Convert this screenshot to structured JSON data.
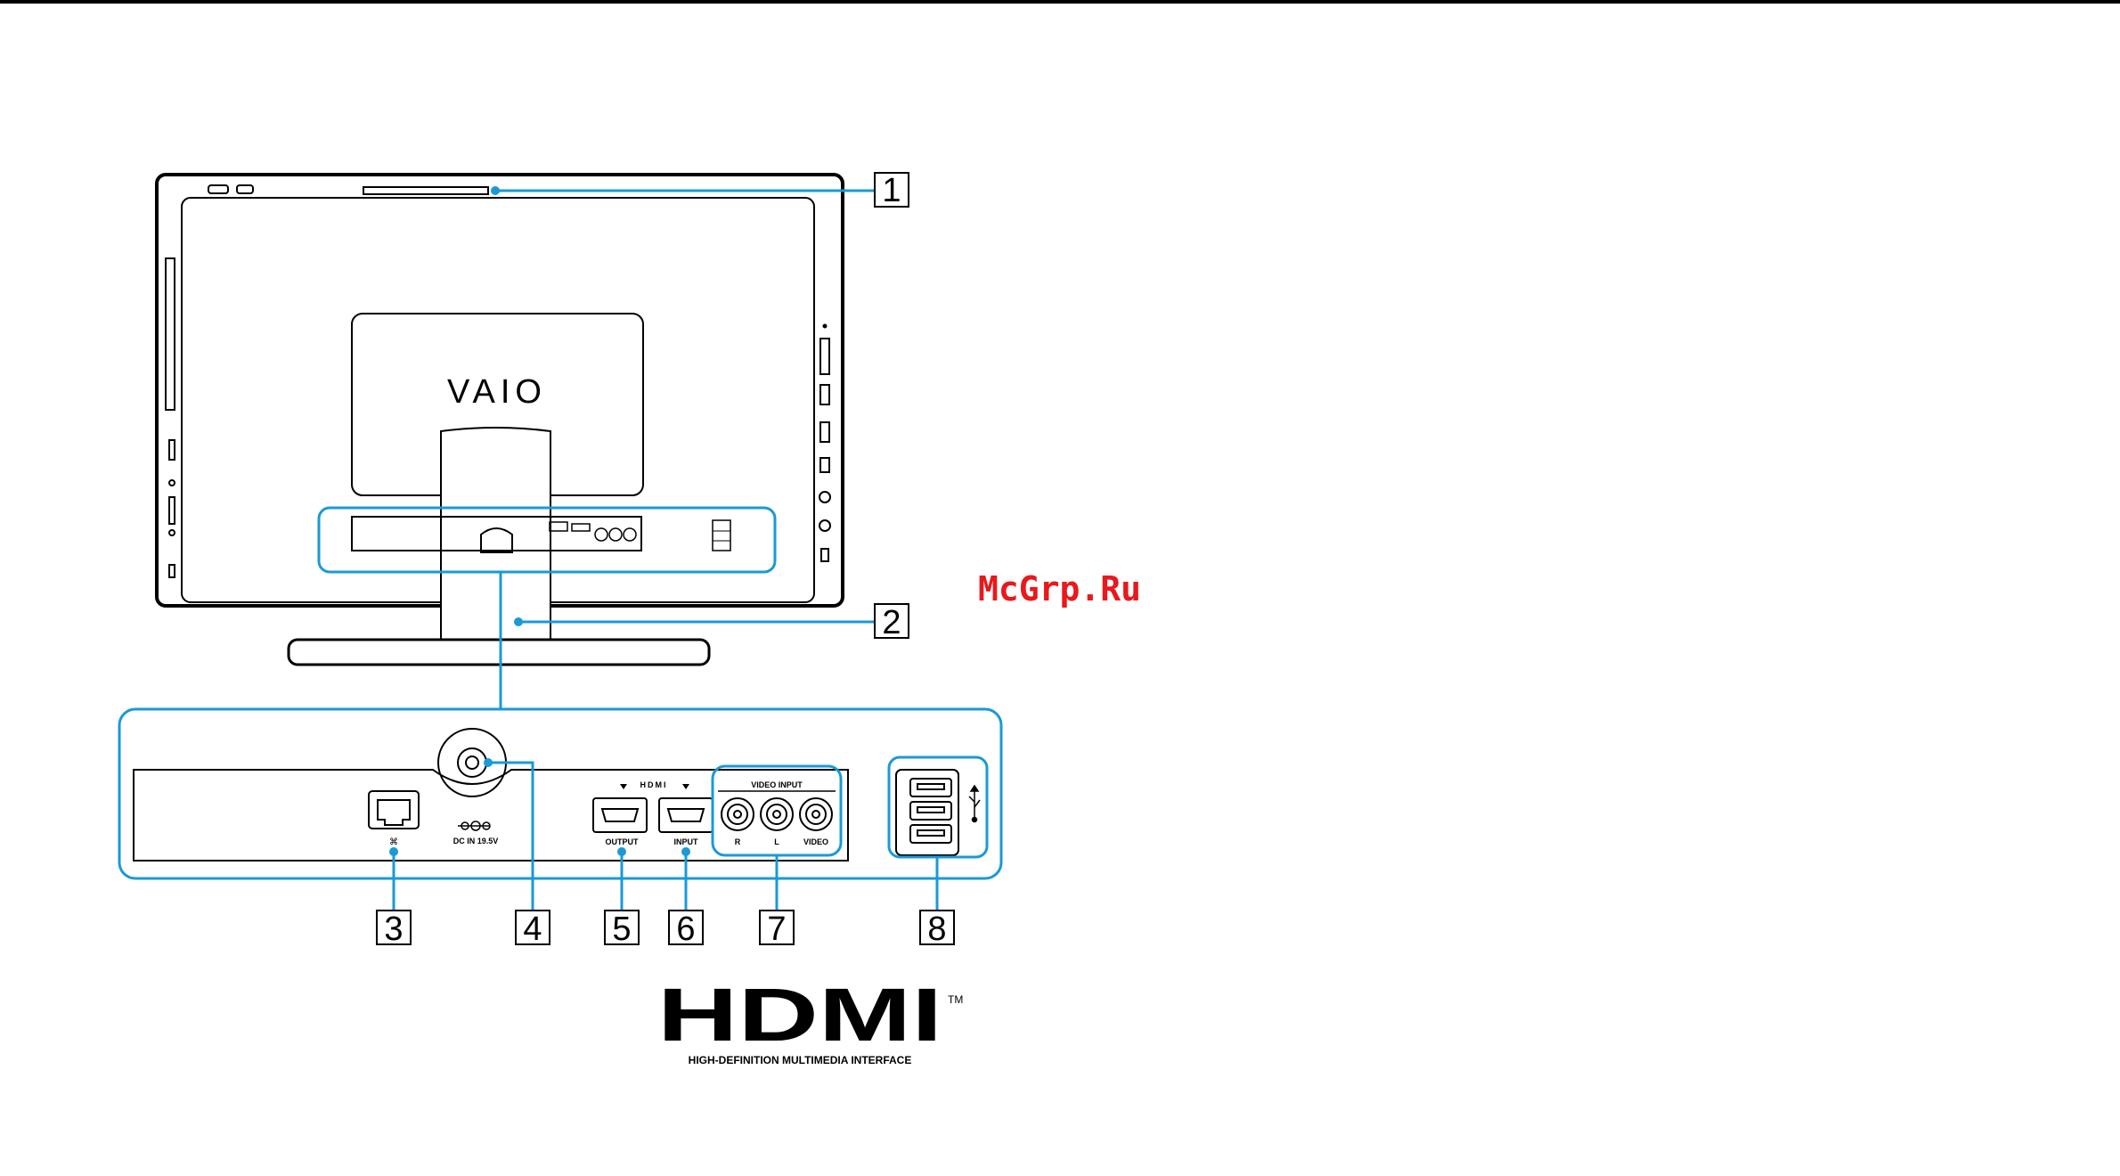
{
  "watermark": "McGrp.Ru",
  "brand_logo": "VAIO",
  "callouts": [
    "1",
    "2",
    "3",
    "4",
    "5",
    "6",
    "7",
    "8"
  ],
  "ports": {
    "hdmi_header": "HDMI",
    "dc_in": "DC IN 19.5V",
    "hdmi_output": "OUTPUT",
    "hdmi_input": "INPUT",
    "video_input_header": "VIDEO INPUT",
    "audio_r": "R",
    "audio_l": "L",
    "video": "VIDEO"
  },
  "hdmi_logo": {
    "mark": "HDMI",
    "trademark": "TM",
    "tagline": "HIGH-DEFINITION MULTIMEDIA INTERFACE"
  },
  "colors": {
    "callout_line": "#1a9ad6",
    "outline": "#000000",
    "watermark": "#e8191c"
  },
  "icons": [
    "lan-port-icon",
    "dc-in-symbol-icon",
    "usb-symbol-icon"
  ]
}
